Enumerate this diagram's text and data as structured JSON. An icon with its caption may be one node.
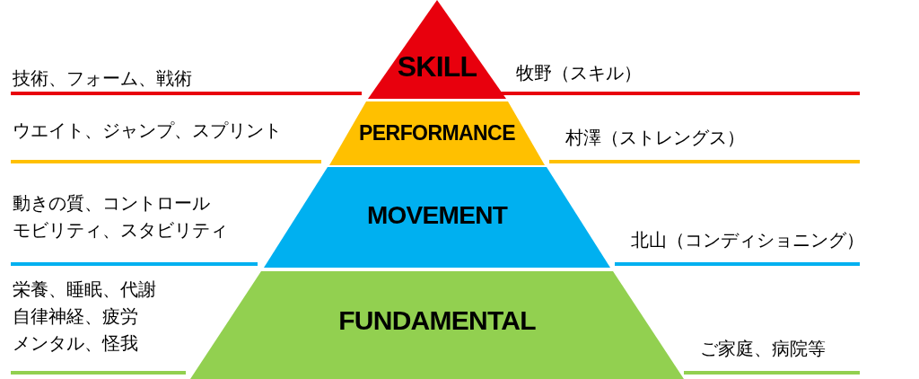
{
  "diagram": {
    "nodes": [
      {
        "text": [
          "SKILL"
        ]
      },
      {
        "text": [
          "PERFORMANCE"
        ]
      },
      {
        "text": [
          "MOVEMENT"
        ]
      },
      {
        "text": [
          "FUNDAMENTAL"
        ]
      }
    ],
    "labels": [
      "技術、フォーム、戦術",
      "牧野（スキル）",
      "ウエイト、ジャンプ、スプリント",
      "村澤（ストレングス）",
      "動きの質、コントロール",
      "モビリティ、スタビリティ",
      "北山（コンディショニング）",
      "栄養、睡眠、代謝",
      "自律神経、疲労",
      "メンタル、怪我",
      "ご家庭、病院等"
    ]
  }
}
